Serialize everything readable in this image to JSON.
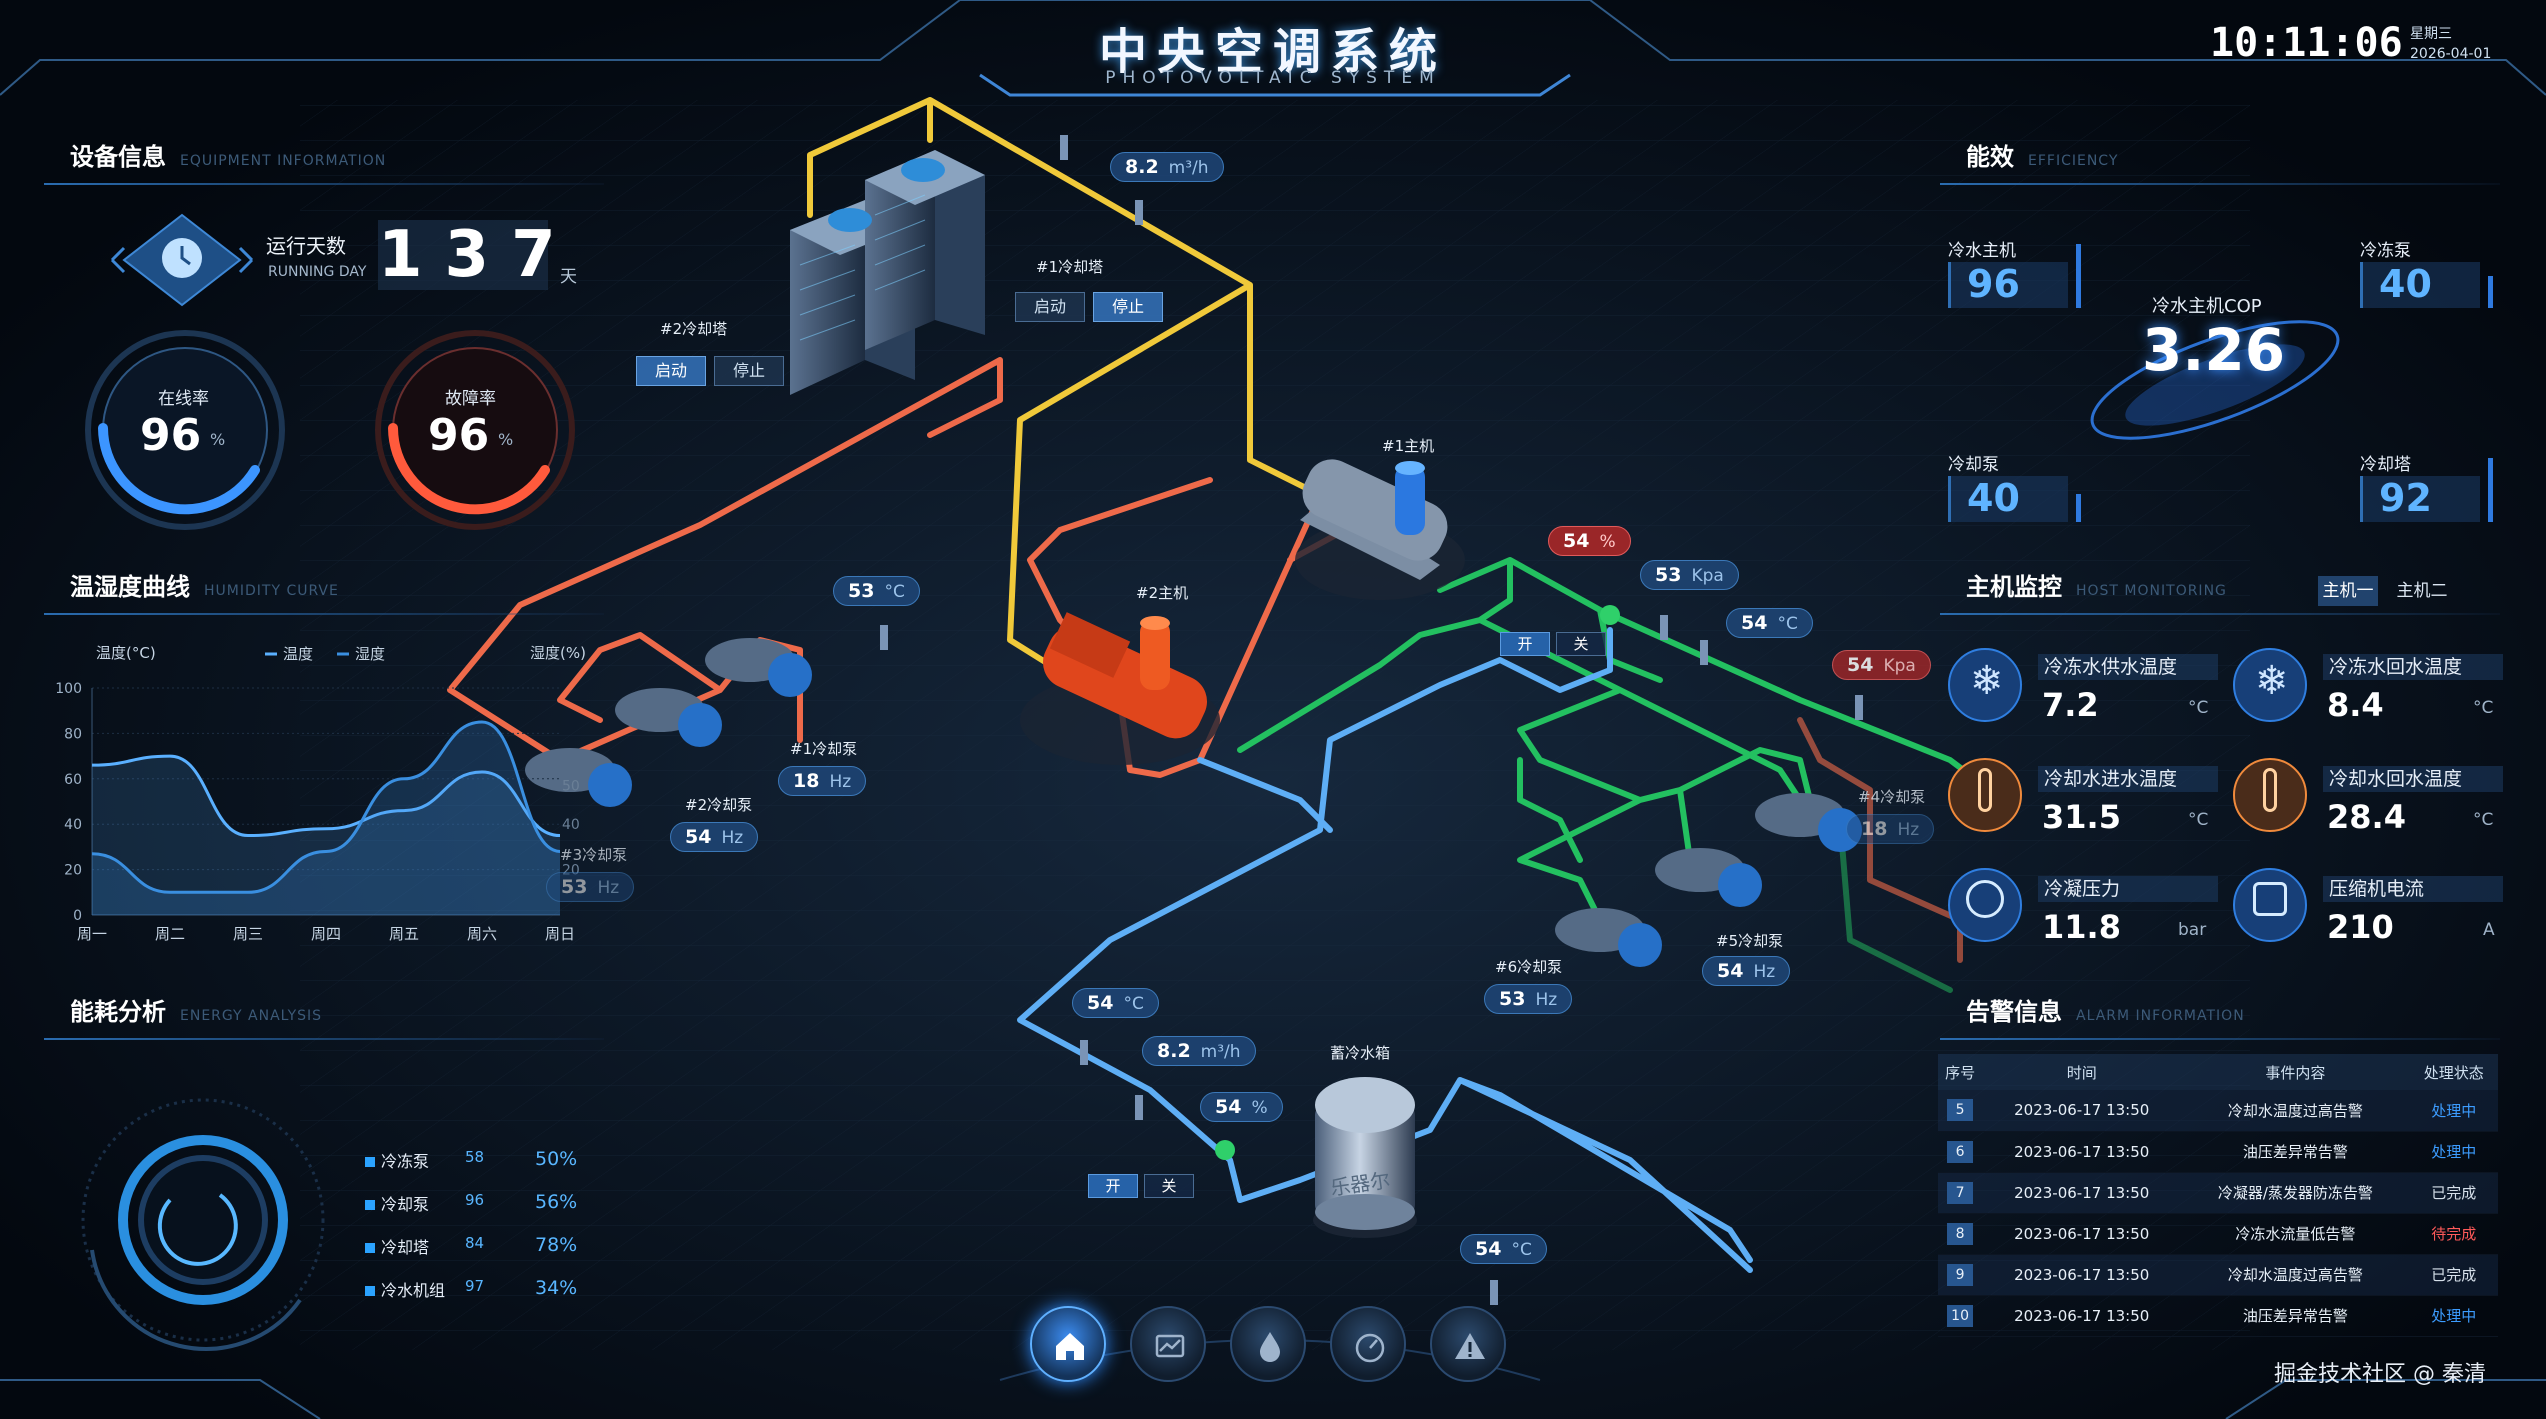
{
  "header": {
    "title": "中央空调系统",
    "subtitle": "PHOTOVOLTAIC SYSTEM",
    "time": "10:11:06",
    "weekday": "星期三",
    "date": "2026-04-01"
  },
  "equipment": {
    "title": "设备信息",
    "title_en": "EQUIPMENT INFORMATION",
    "running_label": "运行天数",
    "running_label_en": "RUNNING DAY",
    "running_days": "137",
    "running_unit": "天",
    "online": {
      "label": "在线率",
      "value": "96",
      "unit": "%",
      "level": 0.96
    },
    "fault": {
      "label": "故障率",
      "value": "96",
      "unit": "%",
      "level": 0.96
    }
  },
  "humidity": {
    "title": "温湿度曲线",
    "title_en": "HUMIDITY CURVE",
    "chart_data": {
      "type": "area",
      "categories": [
        "周一",
        "周二",
        "周三",
        "周四",
        "周五",
        "周六",
        "周日"
      ],
      "ylabel": "温度(°C)",
      "ylabel_right": "湿度(%)",
      "yticks_left": [
        "0",
        "20",
        "40",
        "60",
        "80",
        "100"
      ],
      "yticks_right": [
        "20",
        "40",
        "50"
      ],
      "ylim": [
        0,
        100
      ],
      "series": [
        {
          "name": "温度",
          "color": "#5ab0ff",
          "values": [
            66,
            70,
            35,
            38,
            46,
            63,
            35
          ]
        },
        {
          "name": "湿度",
          "color": "#3a8fe0",
          "values": [
            27,
            10,
            10,
            28,
            60,
            85,
            28
          ]
        }
      ],
      "grid": true,
      "legend": "top-center"
    }
  },
  "energy": {
    "title": "能耗分析",
    "title_en": "ENERGY ANALYSIS",
    "items": [
      {
        "name": "冷冻泵",
        "num": "58",
        "pct": "50%"
      },
      {
        "name": "冷却泵",
        "num": "96",
        "pct": "56%"
      },
      {
        "name": "冷却塔",
        "num": "84",
        "pct": "78%"
      },
      {
        "name": "冷水机组",
        "num": "97",
        "pct": "34%"
      }
    ]
  },
  "efficiency": {
    "title": "能效",
    "title_en": "EFFICIENCY",
    "cop_label": "冷水主机COP",
    "cop": "3.26",
    "boxes": [
      {
        "name": "冷水主机",
        "value": "96"
      },
      {
        "name": "冷冻泵",
        "value": "40"
      },
      {
        "name": "冷却泵",
        "value": "40"
      },
      {
        "name": "冷却塔",
        "value": "92"
      }
    ]
  },
  "monitor": {
    "title": "主机监控",
    "title_en": "HOST MONITORING",
    "tabs": [
      "主机一",
      "主机二"
    ],
    "items": [
      {
        "name": "冷冻水供水温度",
        "value": "7.2",
        "unit": "°C"
      },
      {
        "name": "冷冻水回水温度",
        "value": "8.4",
        "unit": "°C"
      },
      {
        "name": "冷却水进水温度",
        "value": "31.5",
        "unit": "°C"
      },
      {
        "name": "冷却水回水温度",
        "value": "28.4",
        "unit": "°C"
      },
      {
        "name": "冷凝压力",
        "value": "11.8",
        "unit": "bar"
      },
      {
        "name": "压缩机电流",
        "value": "210",
        "unit": "A"
      }
    ]
  },
  "alarm": {
    "title": "告警信息",
    "title_en": "ALARM INFORMATION",
    "columns": [
      "序号",
      "时间",
      "事件内容",
      "处理状态"
    ],
    "rows": [
      {
        "idx": "5",
        "time": "2023-06-17 13:50",
        "event": "冷却水温度过高告警",
        "status": "处理中"
      },
      {
        "idx": "6",
        "time": "2023-06-17 13:50",
        "event": "油压差异常告警",
        "status": "处理中"
      },
      {
        "idx": "7",
        "time": "2023-06-17 13:50",
        "event": "冷凝器/蒸发器防冻告警",
        "status": "已完成"
      },
      {
        "idx": "8",
        "time": "2023-06-17 13:50",
        "event": "冷冻水流量低告警",
        "status": "待完成"
      },
      {
        "idx": "9",
        "time": "2023-06-17 13:50",
        "event": "冷却水温度过高告警",
        "status": "已完成"
      },
      {
        "idx": "10",
        "time": "2023-06-17 13:50",
        "event": "油压差异常告警",
        "status": "处理中"
      }
    ]
  },
  "scene": {
    "tower1": "#1冷却塔",
    "tower2": "#2冷却塔",
    "start": "启动",
    "stop": "停止",
    "host1": "#1主机",
    "host2": "#2主机",
    "pump1": "#1冷却泵",
    "pump2": "#2冷却泵",
    "pump3": "#3冷却泵",
    "pump4": "#4冷却泵",
    "pump5": "#5冷却泵",
    "pump6": "#6冷却泵",
    "tank": "蓄冷水箱",
    "tank_text": "乐器尔",
    "open": "开",
    "close": "关",
    "readings": {
      "flow_top": {
        "v": "8.2",
        "u": "m³/h"
      },
      "flow_bottom": {
        "v": "8.2",
        "u": "m³/h"
      },
      "t53": {
        "v": "53",
        "u": "°C"
      },
      "t54a": {
        "v": "54",
        "u": "°C"
      },
      "t54b": {
        "v": "54",
        "u": "°C"
      },
      "t54c": {
        "v": "54",
        "u": "°C"
      },
      "p53": {
        "v": "53",
        "u": "Kpa"
      },
      "p54red": {
        "v": "54",
        "u": "Kpa"
      },
      "pct54red": {
        "v": "54",
        "u": "%"
      },
      "pct54": {
        "v": "54",
        "u": "%"
      },
      "hz1": {
        "v": "18",
        "u": "Hz"
      },
      "hz2": {
        "v": "54",
        "u": "Hz"
      },
      "hz3": {
        "v": "53",
        "u": "Hz"
      },
      "hz4": {
        "v": "18",
        "u": "Hz"
      },
      "hz5": {
        "v": "54",
        "u": "Hz"
      },
      "hz6": {
        "v": "53",
        "u": "Hz"
      }
    }
  },
  "footer": {
    "watermark": "掘金技术社区 @ 秦清"
  }
}
